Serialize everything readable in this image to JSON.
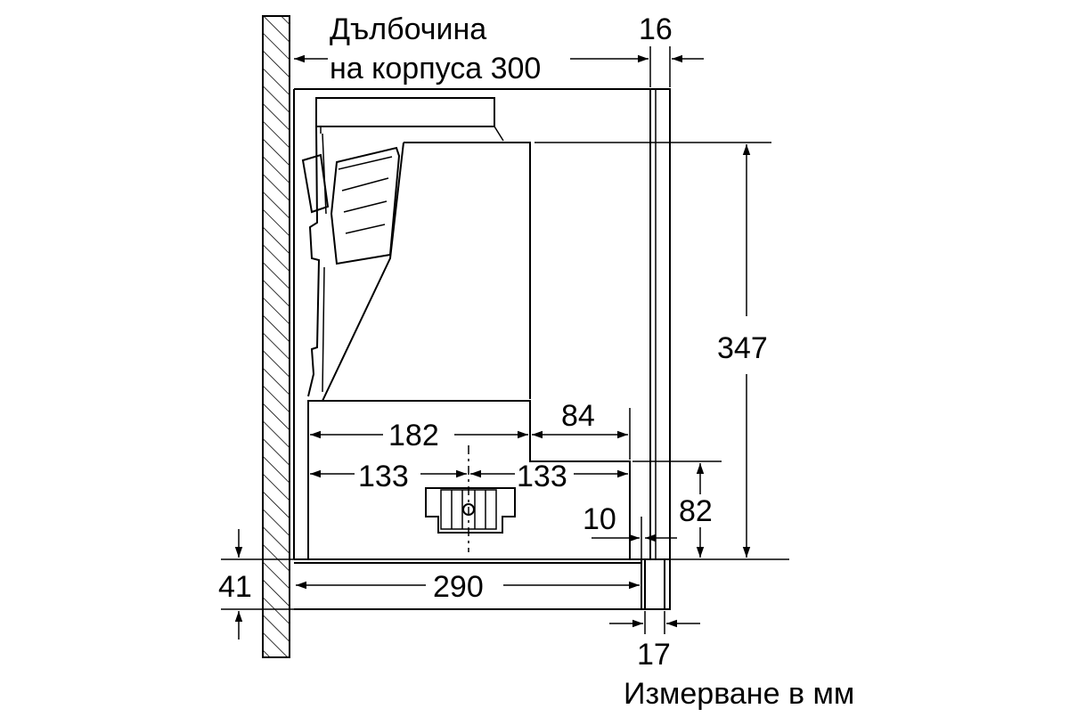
{
  "diagram": {
    "labels": {
      "depth_line1": "Дълбочина",
      "depth_line2": "на корпуса 300",
      "panel_thickness": "16",
      "height": "347",
      "width_182": "182",
      "width_84": "84",
      "left_133": "133",
      "right_133": "133",
      "height_82": "82",
      "offset_10": "10",
      "left_41": "41",
      "width_290": "290",
      "front_17": "17",
      "units_note": "Измерване в мм"
    }
  }
}
